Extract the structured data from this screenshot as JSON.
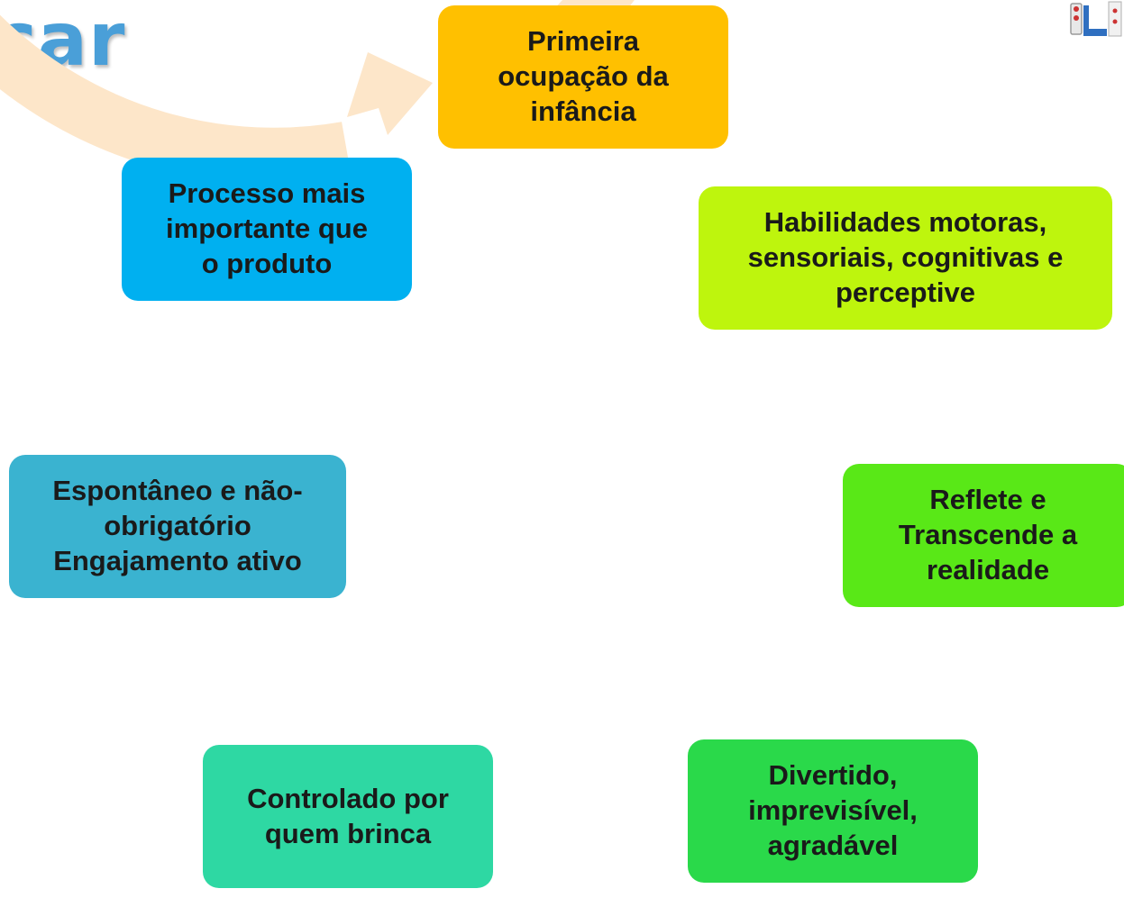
{
  "slide": {
    "title_fragment": "car"
  },
  "diagram": {
    "arrow_color": "#fde6c9",
    "nodes": [
      {
        "label": "Primeira\nocupação da\ninfância",
        "color": "#ffc000"
      },
      {
        "label": "Habilidades motoras,\nsensoriais, cognitivas e\nperceptive",
        "color": "#bef50d"
      },
      {
        "label": "Reflete e\nTranscende a\nrealidade",
        "color": "#59e817"
      },
      {
        "label": "Divertido,\nimprevisível,\nagradável",
        "color": "#2ad94a"
      },
      {
        "label": "Controlado por\nquem brinca",
        "color": "#2ed8a3"
      },
      {
        "label": "Espontâneo e não-\nobrigatório\nEngajamento ativo",
        "color": "#3ab3d0"
      },
      {
        "label": "Processo mais\nimportante que\no produto",
        "color": "#00b0f0"
      }
    ]
  },
  "logo": {
    "icon": "logo-icon"
  }
}
